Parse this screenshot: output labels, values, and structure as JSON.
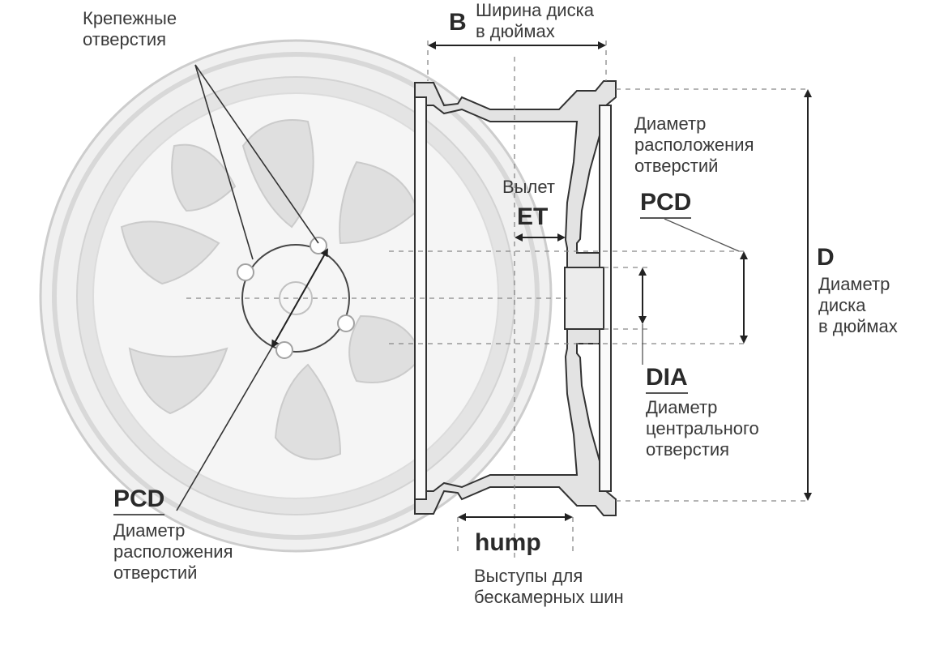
{
  "labels": {
    "mount_holes": {
      "line1": "Крепежные",
      "line2": "отверстия"
    },
    "b_letter": "B",
    "b_desc": {
      "line1": "Ширина диска",
      "line2": "в дюймах"
    },
    "pcd_right_key": "PCD",
    "pcd_right_desc": {
      "line1": "Диаметр",
      "line2": "расположения",
      "line3": "отверстий"
    },
    "et_word": "Вылет",
    "et_key": "ET",
    "d_letter": "D",
    "d_desc": {
      "line1": "Диаметр",
      "line2": "диска",
      "line3": "в дюймах"
    },
    "dia_key": "DIA",
    "dia_desc": {
      "line1": "Диаметр",
      "line2": "центрального",
      "line3": "отверстия"
    },
    "pcd_left_key": "PCD",
    "pcd_left_desc": {
      "line1": "Диаметр",
      "line2": "расположения",
      "line3": "отверстий"
    },
    "hump_key": "hump",
    "hump_desc": {
      "line1": "Выступы для",
      "line2": "бескамерных шин"
    }
  }
}
